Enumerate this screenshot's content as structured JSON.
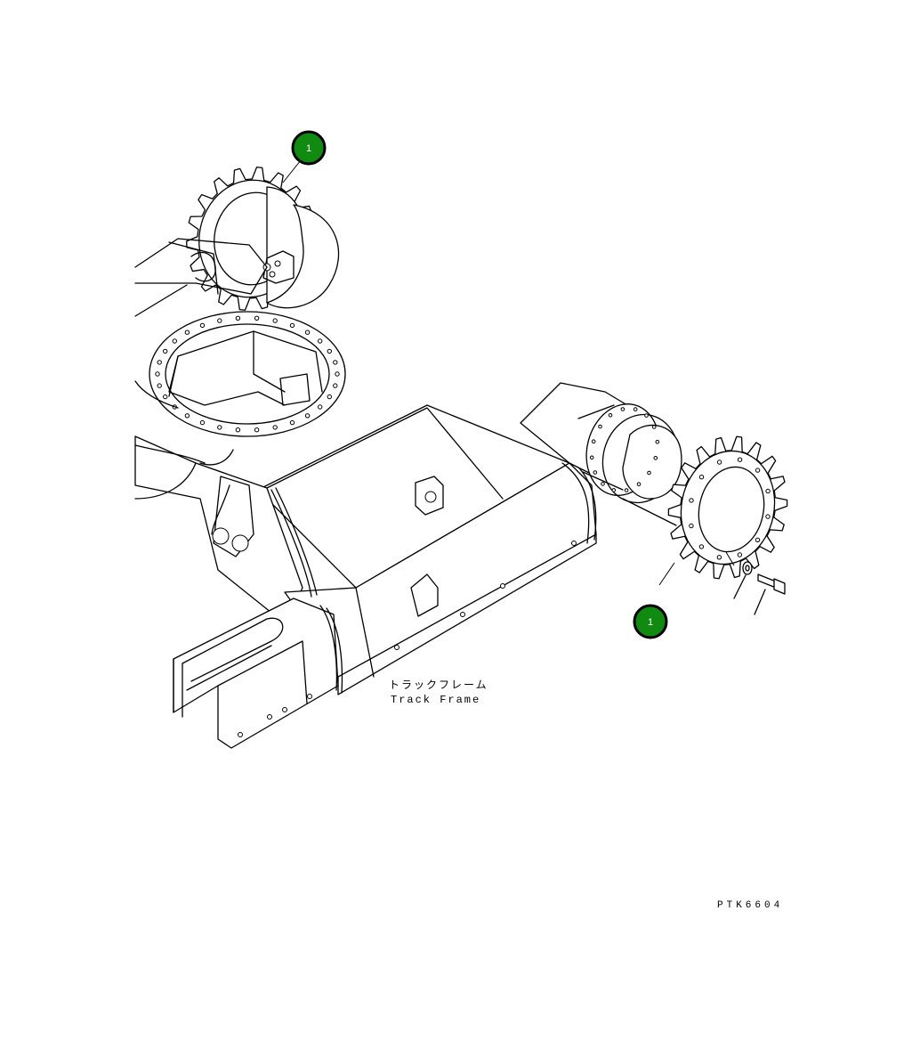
{
  "callouts": [
    {
      "number": "1",
      "fill": "#118a11"
    },
    {
      "number": "1",
      "fill": "#118a11"
    }
  ],
  "labels": {
    "japanese": "トラックフレーム",
    "english": "Track Frame"
  },
  "drawing_code": "PTK6604"
}
